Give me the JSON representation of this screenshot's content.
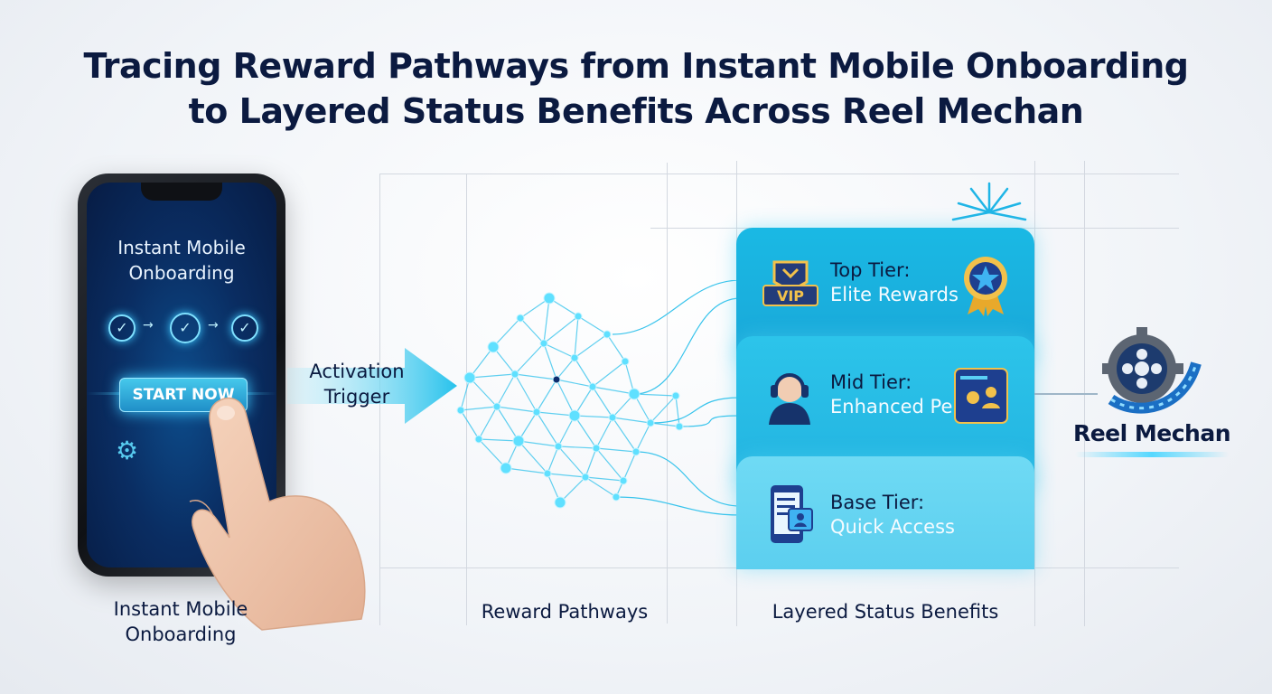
{
  "title": {
    "line1": "Tracing Reward Pathways from Instant Mobile Onboarding",
    "line2": "to Layered Status Benefits Across Reel Mechan"
  },
  "phone": {
    "screen_title_line1": "Instant Mobile",
    "screen_title_line2": "Onboarding",
    "start_button": "START NOW",
    "step_icons": [
      "check-circle-icon",
      "check-circle-icon",
      "check-circle-icon"
    ],
    "settings_icon": "gear-icon"
  },
  "captions": {
    "phone_line1": "Instant Mobile",
    "phone_line2": "Onboarding",
    "pathways": "Reward Pathways",
    "benefits": "Layered Status Benefits"
  },
  "activation": {
    "line1": "Activation",
    "line2": "Trigger"
  },
  "tiers": {
    "top": {
      "label": "Top Tier:",
      "benefit": "Elite Rewards",
      "badge": "VIP",
      "icon": "star-medal-icon"
    },
    "mid": {
      "label": "Mid Tier:",
      "benefit": "Enhanced Perks",
      "icon": "headset-agent-icon"
    },
    "base": {
      "label": "Base Tier:",
      "benefit": "Quick Access",
      "icon": "mobile-profile-icon"
    }
  },
  "brand": {
    "name": "Reel Mechan",
    "icon": "gear-film-reel-icon"
  },
  "colors": {
    "accent": "#1ab9e4",
    "dark": "#0b1a40",
    "glow": "#4fd6ff"
  }
}
